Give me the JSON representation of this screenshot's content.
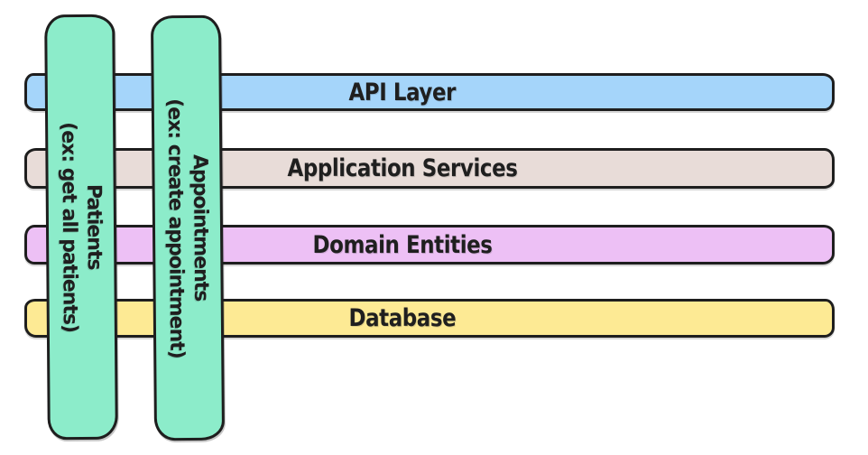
{
  "diagram": {
    "background_color": "#ffffff",
    "stroke_color": "#1e1e1e",
    "text_color": "#1f1f1f",
    "layers": [
      {
        "label": "API Layer",
        "fill": "#a5d5fa"
      },
      {
        "label": "Application Services",
        "fill": "#e8dcd8"
      },
      {
        "label": "Domain Entities",
        "fill": "#edc0f5"
      },
      {
        "label": "Database",
        "fill": "#fdea94"
      }
    ],
    "feature_slices": [
      {
        "title": "Patients",
        "subtitle": "(ex: get all patients)",
        "fill": "#8cecca"
      },
      {
        "title": "Appointments",
        "subtitle": "(ex: create appointment)",
        "fill": "#8cecca"
      }
    ]
  }
}
